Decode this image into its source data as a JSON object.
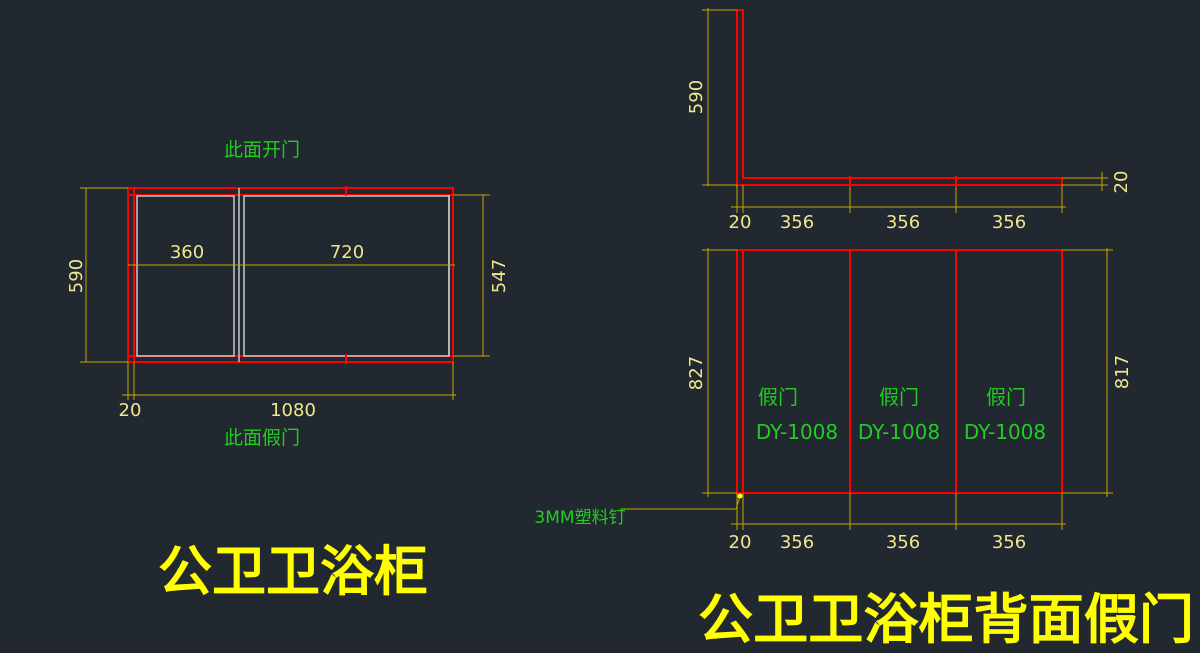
{
  "colors": {
    "background": "#212830",
    "panel_line": "#ff0000",
    "inner_line": "#c8c8c8",
    "dimension": "#c8a800",
    "dimension_text": "#f0e68c",
    "note_text": "#22cc22",
    "title_text": "#ffff00"
  },
  "plan_view": {
    "note_top": "此面开门",
    "note_bottom": "此面假门",
    "dim_height": "590",
    "dim_inner_height": "547",
    "dim_left_section": "360",
    "dim_right_section": "720",
    "dim_side_panel": "20",
    "dim_total_width": "1080",
    "title": "公卫卫浴柜"
  },
  "back_view": {
    "dim_side_height": "590",
    "dim_board_thickness": "20",
    "top_dims": [
      "20",
      "356",
      "356",
      "356"
    ],
    "dim_left_height": "827",
    "dim_right_height": "817",
    "doors": [
      {
        "label": "假门",
        "code": "DY-1008"
      },
      {
        "label": "假门",
        "code": "DY-1008"
      },
      {
        "label": "假门",
        "code": "DY-1008"
      }
    ],
    "fastener_note": "3MM塑料钉",
    "bottom_dims": [
      "20",
      "356",
      "356",
      "356"
    ],
    "title": "公卫卫浴柜背面假门"
  }
}
